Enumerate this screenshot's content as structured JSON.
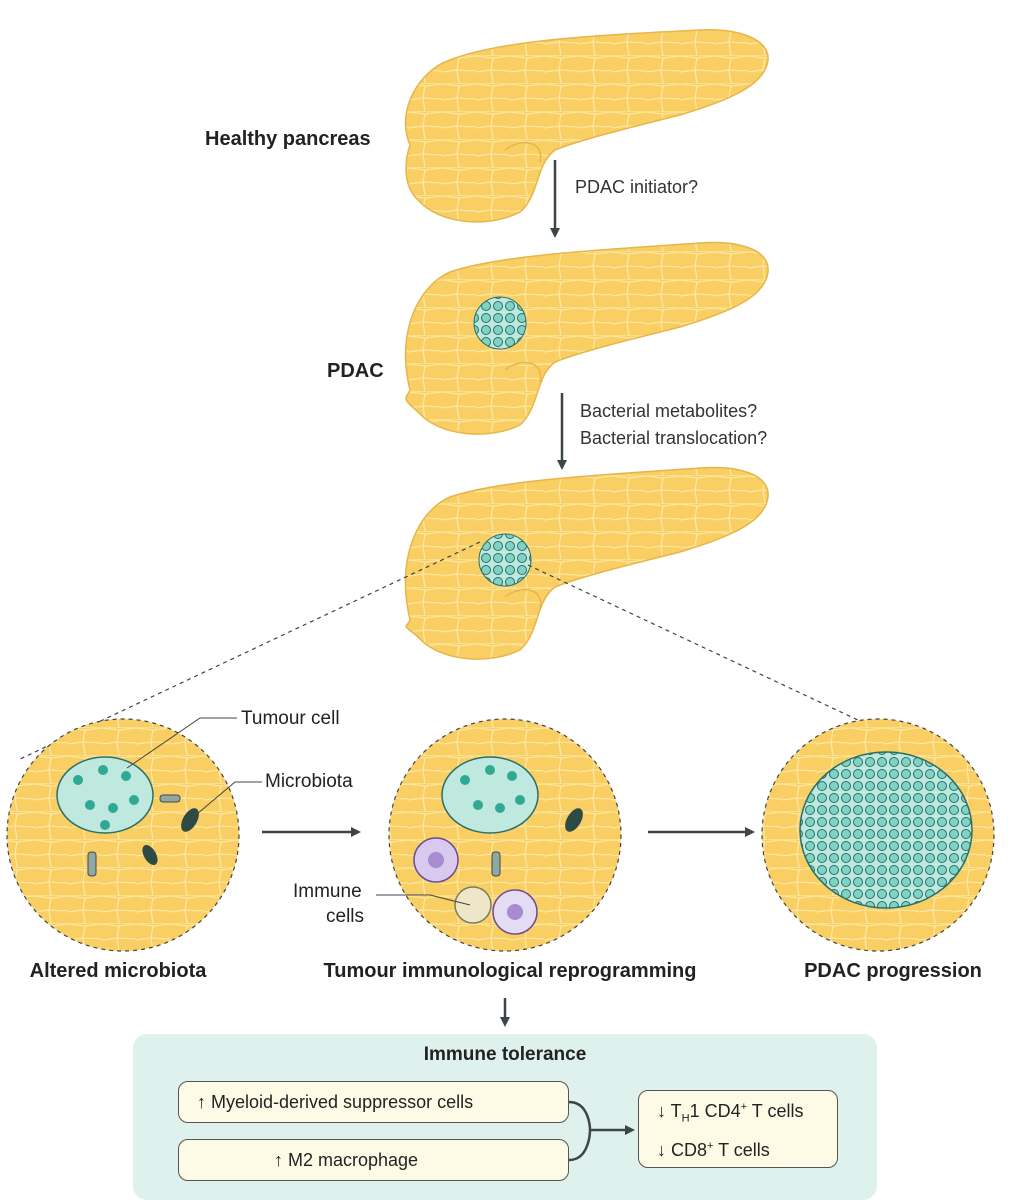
{
  "stages": {
    "healthy": "Healthy pancreas",
    "pdac": "PDAC",
    "initiator": "PDAC initiator?",
    "metabolites": "Bacterial metabolites?",
    "translocation": "Bacterial translocation?"
  },
  "callouts": {
    "tumour_cell": "Tumour cell",
    "microbiota": "Microbiota",
    "immune_line1": "Immune",
    "immune_line2": "cells"
  },
  "panels": {
    "altered": "Altered microbiota",
    "reprogramming": "Tumour immunological reprogramming",
    "progression": "PDAC progression"
  },
  "tolerance": {
    "title": "Immune tolerance",
    "mdsc": "↑ Myeloid-derived suppressor cells",
    "m2": "↑ M2 macrophage",
    "th1_arrow": "↓ T",
    "th1_sub": "H",
    "th1_mid": "1 CD4",
    "th1_sup": "+",
    "th1_end": " T cells",
    "cd8_start": "↓ CD8",
    "cd8_sup": "+",
    "cd8_end": " T cells"
  },
  "colors": {
    "pancreas": "#f9cf63",
    "tumour": "#7fd3c4",
    "arrow": "#3d4548",
    "tolerance_bg": "#dff1ec",
    "box_bg": "#fdfbe6"
  }
}
